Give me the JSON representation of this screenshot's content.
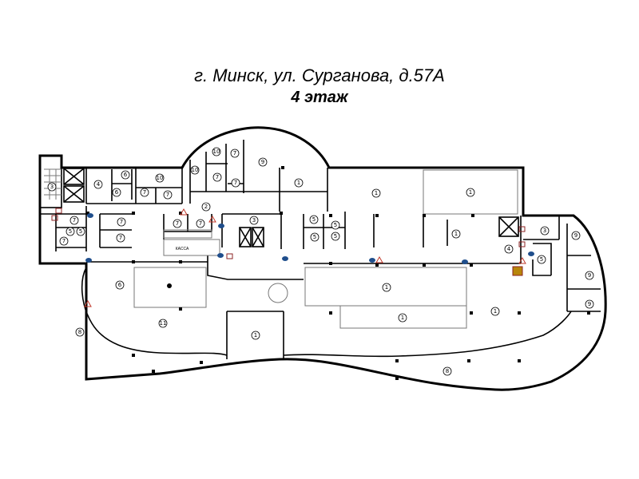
{
  "header": {
    "address": "г. Минск, ул. Сурганова, д.57А",
    "floor": "4 этаж"
  },
  "plan": {
    "cashier_label": "КАССА",
    "colors": {
      "wall": "#000000",
      "extinguisher": "#1f4e8c",
      "warning": "#c0392b",
      "hydrant": "#8b2323",
      "exit_sign": "#b8860b"
    },
    "rooms": [
      "3",
      "4",
      "6",
      "6",
      "10",
      "7",
      "7",
      "10",
      "10",
      "7",
      "7",
      "7",
      "9",
      "1",
      "2",
      "7",
      "5",
      "5",
      "7",
      "7",
      "7",
      "7",
      "7",
      "3",
      "5",
      "5",
      "5",
      "5",
      "1",
      "1",
      "1",
      "3",
      "4",
      "5",
      "9",
      "9",
      "9",
      "6",
      "11",
      "8",
      "1",
      "1",
      "1",
      "1",
      "8"
    ]
  }
}
